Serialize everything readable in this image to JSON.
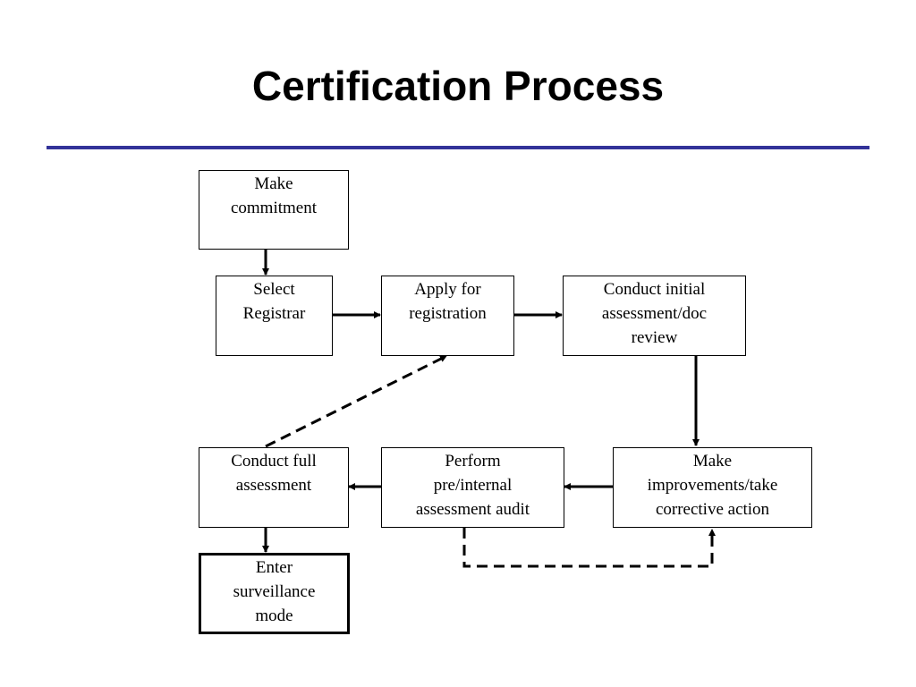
{
  "title": "Certification Process",
  "steps": {
    "make_commitment": "Make\ncommitment",
    "select_registrar": "Select\nRegistrar",
    "apply_registration": "Apply for\nregistration",
    "initial_assessment": "Conduct initial\nassessment/doc\nreview",
    "make_improvements": "Make\nimprovements/take\ncorrective action",
    "pre_internal_audit": "Perform\npre/internal\nassessment audit",
    "full_assessment": "Conduct full\nassessment",
    "surveillance": "Enter\nsurveillance\nmode"
  },
  "colors": {
    "title_rule": "#333399",
    "line": "#000000",
    "text": "#000000"
  }
}
